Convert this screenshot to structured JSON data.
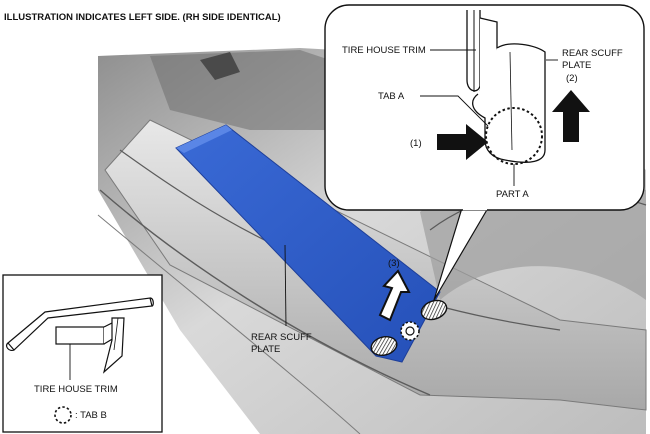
{
  "header": {
    "note": "ILLUSTRATION INDICATES LEFT SIDE. (RH SIDE IDENTICAL)"
  },
  "colors": {
    "plate": "#2f5fcc",
    "plate_edge": "#1e3f99",
    "arrow": "#111111",
    "body_gray": "#b9b9b9"
  },
  "detail_callout": {
    "tire_house_trim": "TIRE HOUSE TRIM",
    "rear_scuff_plate_line1": "REAR SCUFF",
    "rear_scuff_plate_line2": "PLATE",
    "tab_a": "TAB A",
    "step_1": "(1)",
    "step_2": "(2)",
    "part_a": "PART A"
  },
  "main_view": {
    "step_3": "(3)",
    "rear_scuff_plate_line1": "REAR SCUFF",
    "rear_scuff_plate_line2": "PLATE"
  },
  "inset": {
    "tire_house_trim": "TIRE HOUSE TRIM",
    "tab_b_legend": ": TAB B"
  }
}
